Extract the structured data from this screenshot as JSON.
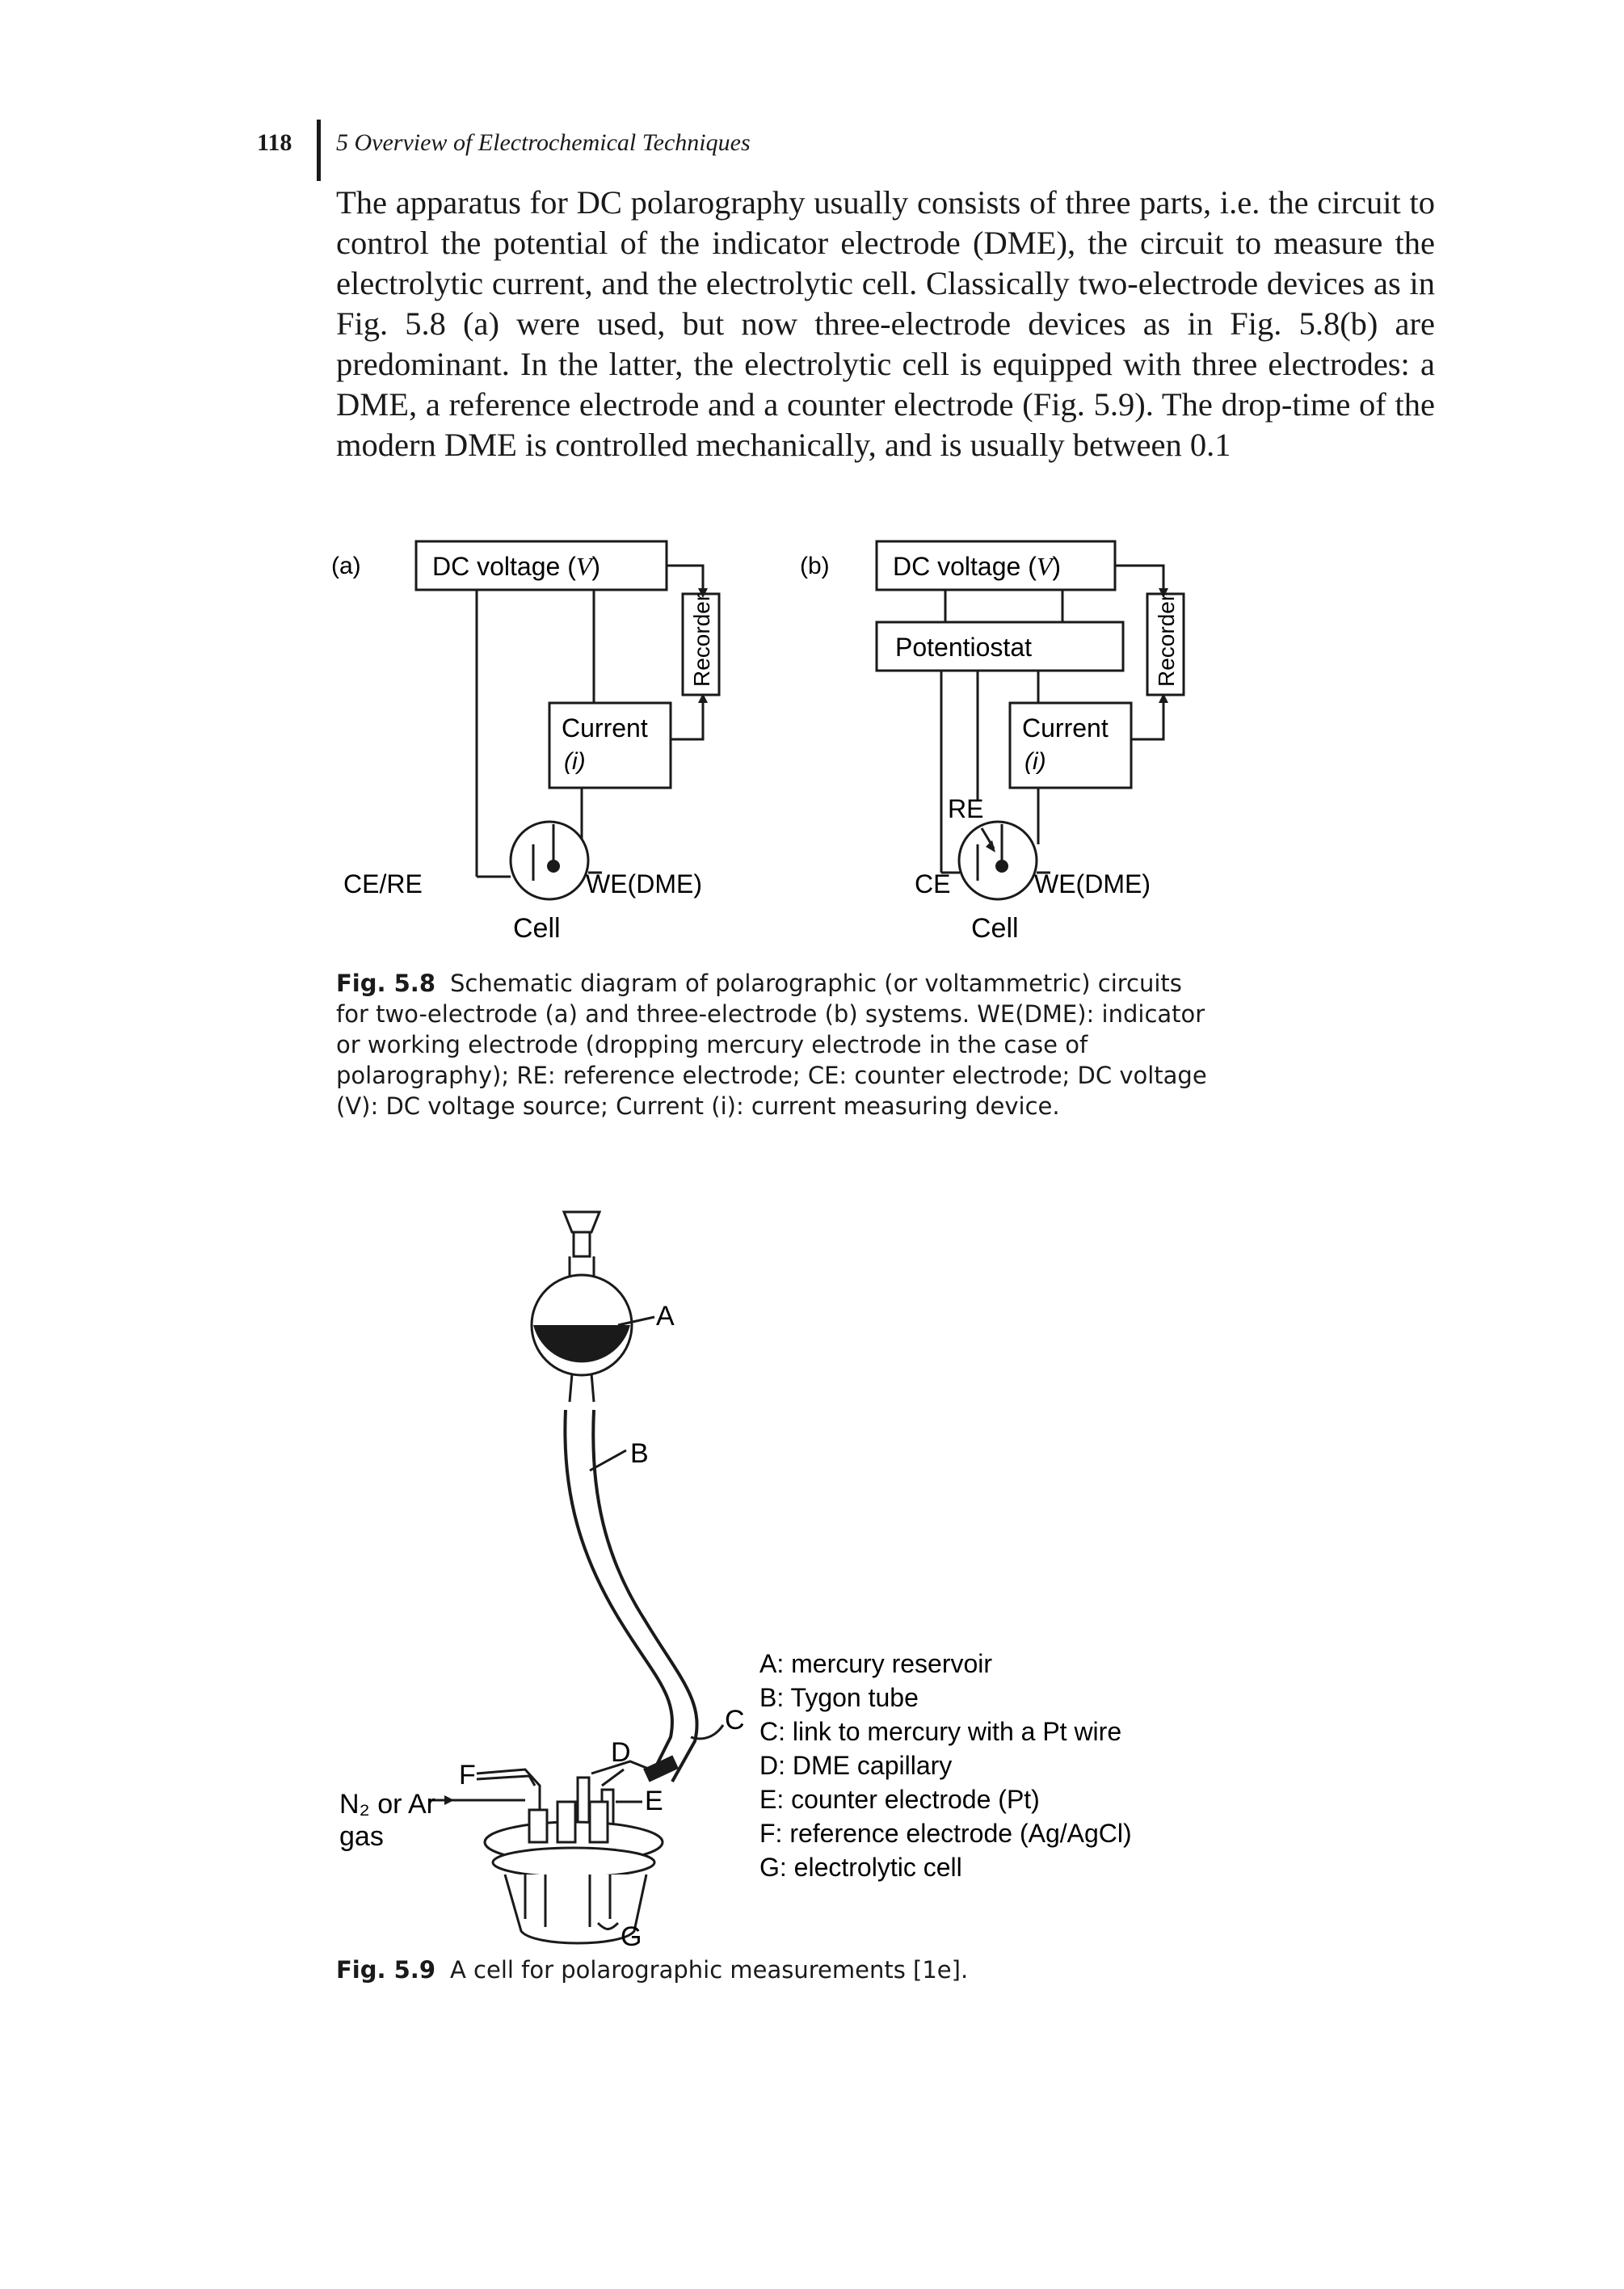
{
  "header": {
    "page_number": "118",
    "running_title": "5 Overview of Electrochemical Techniques"
  },
  "body_paragraph": "The apparatus for DC polarography usually consists of three parts, i.e. the circuit to control the potential of the indicator electrode (DME), the circuit to measure the electrolytic current, and the electrolytic cell. Classically two-electrode devices as in Fig. 5.8 (a) were used, but now three-electrode devices as in Fig. 5.8(b) are predominant. In the latter, the electrolytic cell is equipped with three electrodes: a DME, a reference electrode and a counter electrode (Fig. 5.9). The drop-time of the modern DME is controlled mechanically, and is usually between 0.1",
  "figure_5_8": {
    "panel_a": {
      "tag": "(a)",
      "dc_voltage": "DC voltage (",
      "dc_voltage_var": "V",
      "dc_voltage_close": ")",
      "recorder": "Recorder",
      "current_line1": "Current",
      "current_line2": "(i)",
      "ce_re": "CE/RE",
      "we_dme": "WE(DME)",
      "cell": "Cell"
    },
    "panel_b": {
      "tag": "(b)",
      "dc_voltage": "DC voltage (",
      "dc_voltage_var": "V",
      "dc_voltage_close": ")",
      "potentiostat": "Potentiostat",
      "recorder": "Recorder",
      "current_line1": "Current",
      "current_line2": "(i)",
      "re": "RE",
      "ce": "CE",
      "we_dme": "WE(DME)",
      "cell": "Cell"
    },
    "caption_label": "Fig. 5.8",
    "caption_text": "Schematic diagram of polarographic (or voltammetric) circuits for two-electrode (a) and three-electrode (b) systems. WE(DME): indicator or working electrode (dropping mercury electrode in the case of polarography); RE: reference electrode; CE: counter electrode; DC voltage (V): DC voltage source; Current (i): current measuring device."
  },
  "figure_5_9": {
    "labels": {
      "A": "A",
      "B": "B",
      "C": "C",
      "D": "D",
      "E": "E",
      "F": "F",
      "G": "G"
    },
    "gas_line1": "N₂ or Ar",
    "gas_line2": "gas",
    "legend": [
      "A: mercury reservoir",
      "B: Tygon tube",
      "C: link to mercury with a Pt wire",
      "D: DME capillary",
      "E: counter electrode (Pt)",
      "F: reference electrode (Ag/AgCl)",
      "G: electrolytic cell"
    ],
    "caption_label": "Fig. 5.9",
    "caption_text": "A cell for polarographic measurements [1e]."
  }
}
